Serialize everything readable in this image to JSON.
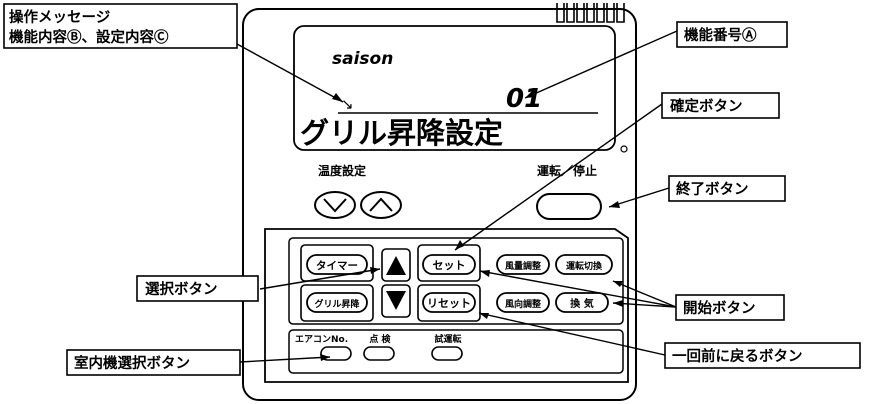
{
  "callouts": {
    "operation_message_line1": "操作メッセージ",
    "operation_message_line2": "機能内容Ⓑ、設定内容Ⓒ",
    "function_number": "機能番号Ⓐ",
    "confirm_button": "確定ボタン",
    "end_button": "終了ボタン",
    "select_button": "選択ボタン",
    "start_button": "開始ボタン",
    "indoor_select_button": "室内機選択ボタン",
    "previous_button": "一回前に戻るボタン"
  },
  "remote": {
    "brand": "saison",
    "display_number": "01",
    "display_setting": "グリル昇降設定",
    "temp_setting_label": "温度設定",
    "run_stop_label": "運転／停止",
    "buttons": {
      "timer": "タイマー",
      "grill_lift": "グリル昇降",
      "set": "セット",
      "reset": "リセット",
      "fan_speed": "風量調整",
      "mode_switch": "運転切換",
      "air_direction": "風向調整",
      "ventilation": "換 気",
      "aircon_no": "エアコンNo.",
      "inspection": "点 検",
      "test_run": "試運転"
    }
  }
}
